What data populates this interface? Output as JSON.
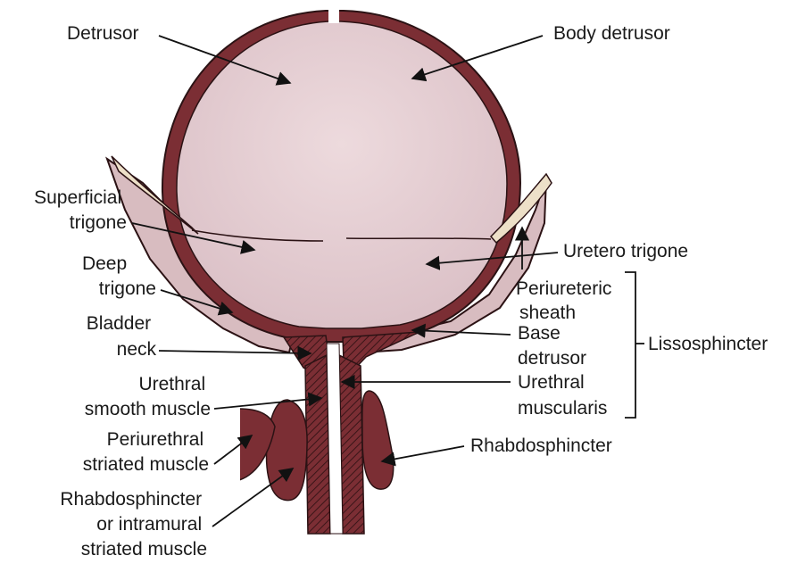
{
  "labels": {
    "detrusor": "Detrusor",
    "body_detrusor": "Body detrusor",
    "superficial_trigone": [
      "Superficial",
      "trigone"
    ],
    "deep_trigone": [
      "Deep",
      "trigone"
    ],
    "uretero_trigone": "Uretero trigone",
    "periureteric_sheath": [
      "Periureteric",
      "sheath"
    ],
    "base_detrusor": [
      "Base",
      "detrusor"
    ],
    "urethral_muscularis": [
      "Urethral",
      "muscularis"
    ],
    "lissosphincter": "Lissosphincter",
    "bladder_neck": [
      "Bladder",
      "neck"
    ],
    "urethral_smooth_muscle": [
      "Urethral",
      "smooth muscle"
    ],
    "periurethral_striated_muscle": [
      "Periurethral",
      "striated muscle"
    ],
    "rhabdosphincter_right": "Rhabdosphincter",
    "rhabdosphincter_intramural": [
      "Rhabdosphincter",
      "or intramural",
      "striated muscle"
    ]
  },
  "colors": {
    "lumen": "#e3cdd2",
    "muscle_wall": "#7b2e34",
    "outline": "#2b1214",
    "ureter_sheath": "#ede0c8",
    "text": "#1a1a1a"
  }
}
